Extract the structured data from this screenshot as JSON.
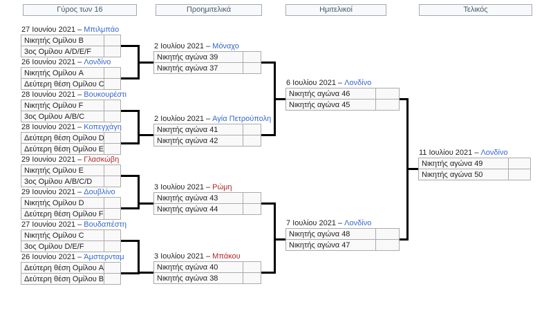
{
  "colors": {
    "city_link_blue": "#3366cc",
    "city_link_red": "#b32424",
    "box_background": "#f9f9f9",
    "box_border": "#aaaaaa",
    "header_background": "#f8f9fa",
    "header_border": "#a2a9b1",
    "connector": "#000000"
  },
  "headers": [
    {
      "label": "Γύρος των 16"
    },
    {
      "label": "Προημιτελικά"
    },
    {
      "label": "Ημιτελικοί"
    },
    {
      "label": "Τελικός"
    }
  ],
  "rounds": {
    "round_of_16": [
      {
        "date": "27 Ιουνίου 2021 –",
        "city": "Μπιλμπάο",
        "city_color": "blue",
        "home": "Νικητής Ομίλου B",
        "away": "3ος Ομίλου A/D/E/F",
        "home_score": "",
        "away_score": ""
      },
      {
        "date": "26 Ιουνίου 2021 –",
        "city": "Λονδίνο",
        "city_color": "blue",
        "home": "Νικητής Ομίλου A",
        "away": "Δεύτερη θέση Ομίλου C",
        "home_score": "",
        "away_score": ""
      },
      {
        "date": "28 Ιουνίου 2021 –",
        "city": "Βουκουρέστι",
        "city_color": "blue",
        "home": "Νικητής Ομίλου F",
        "away": "3ος Ομίλου A/B/C",
        "home_score": "",
        "away_score": ""
      },
      {
        "date": "28 Ιουνίου 2021 –",
        "city": "Κοπεγχάγη",
        "city_color": "blue",
        "home": "Δεύτερη θέση Ομίλου D",
        "away": "Δεύτερη θέση Ομίλου E",
        "home_score": "",
        "away_score": ""
      },
      {
        "date": "29 Ιουνίου 2021 –",
        "city": "Γλασκώβη",
        "city_color": "red",
        "home": "Νικητής Ομίλου E",
        "away": "3ος Ομίλου A/B/C/D",
        "home_score": "",
        "away_score": ""
      },
      {
        "date": "29 Ιουνίου 2021 –",
        "city": "Δουβλίνο",
        "city_color": "blue",
        "home": "Νικητής Ομίλου D",
        "away": "Δεύτερη θέση Ομίλου F",
        "home_score": "",
        "away_score": ""
      },
      {
        "date": "27 Ιουνίου 2021 –",
        "city": "Βουδαπέστη",
        "city_color": "blue",
        "home": "Νικητής Ομίλου C",
        "away": "3ος Ομίλου D/E/F",
        "home_score": "",
        "away_score": ""
      },
      {
        "date": "26 Ιουνίου 2021 –",
        "city": "Άμστερνταμ",
        "city_color": "blue",
        "home": "Δεύτερη θέση Ομίλου A",
        "away": "Δεύτερη θέση Ομίλου B",
        "home_score": "",
        "away_score": ""
      }
    ],
    "quarterfinals": [
      {
        "date": "2 Ιουλίου 2021 –",
        "city": "Μόναχο",
        "city_color": "blue",
        "home": "Νικητής αγώνα 39",
        "away": "Νικητής αγώνα 37",
        "home_score": "",
        "away_score": ""
      },
      {
        "date": "2 Ιουλίου 2021 –",
        "city": "Αγία Πετρούπολη",
        "city_color": "blue",
        "home": "Νικητής αγώνα 41",
        "away": "Νικητής αγώνα 42",
        "home_score": "",
        "away_score": ""
      },
      {
        "date": "3 Ιουλίου 2021 –",
        "city": "Ρώμη",
        "city_color": "red",
        "home": "Νικητής αγώνα 43",
        "away": "Νικητής αγώνα 44",
        "home_score": "",
        "away_score": ""
      },
      {
        "date": "3 Ιουλίου 2021 –",
        "city": "Μπάκου",
        "city_color": "red",
        "home": "Νικητής αγώνα 40",
        "away": "Νικητής αγώνα 38",
        "home_score": "",
        "away_score": ""
      }
    ],
    "semifinals": [
      {
        "date": "6 Ιουλίου 2021 –",
        "city": "Λονδίνο",
        "city_color": "blue",
        "home": "Νικητής αγώνα 46",
        "away": "Νικητής αγώνα 45",
        "home_score": "",
        "away_score": ""
      },
      {
        "date": "7 Ιουλίου 2021 –",
        "city": "Λονδίνο",
        "city_color": "blue",
        "home": "Νικητής αγώνα 48",
        "away": "Νικητής αγώνα 47",
        "home_score": "",
        "away_score": ""
      }
    ],
    "final": [
      {
        "date": "11 Ιουλίου 2021 –",
        "city": "Λονδίνο",
        "city_color": "blue",
        "home": "Νικητής αγώνα 49",
        "away": "Νικητής αγώνα 50",
        "home_score": "",
        "away_score": ""
      }
    ]
  }
}
